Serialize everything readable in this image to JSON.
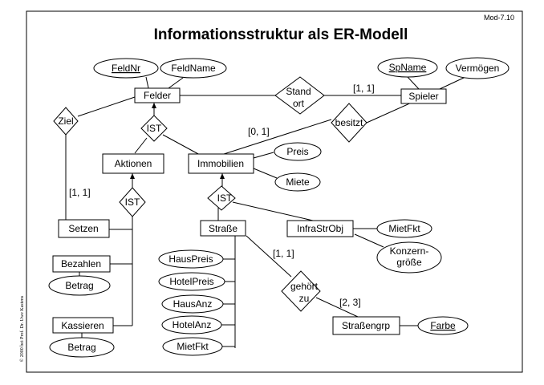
{
  "header": {
    "title": "Informationsstruktur als ER-Modell",
    "code": "Mod-7.10",
    "copyright": "© 2000 bei Prof. Dr. Uwe Kastens"
  },
  "entities": {
    "felder": "Felder",
    "spieler": "Spieler",
    "aktionen": "Aktionen",
    "immobilien": "Immobilien",
    "setzen": "Setzen",
    "bezahlen": "Bezahlen",
    "kassieren": "Kassieren",
    "strasse": "Straße",
    "infrastrobj": "InfraStrObj",
    "strassengrp": "Straßengrp"
  },
  "attributes": {
    "feldnr": "FeldNr",
    "feldname": "FeldName",
    "spname": "SpName",
    "vermoegen": "Vermögen",
    "preis": "Preis",
    "miete": "Miete",
    "betrag1": "Betrag",
    "betrag2": "Betrag",
    "hauspreis": "HausPreis",
    "hotelpreis": "HotelPreis",
    "hausanz": "HausAnz",
    "hotelanz": "HotelAnz",
    "mietfkt1": "MietFkt",
    "mietfkt2": "MietFkt",
    "konzern_l1": "Konzern-",
    "konzern_l2": "größe",
    "farbe": "Farbe"
  },
  "relationships": {
    "standort_l1": "Stand",
    "standort_l2": "ort",
    "besitzt": "besitzt",
    "ziel": "Ziel",
    "ist1": "IST",
    "ist2": "IST",
    "ist3": "IST",
    "gehoert_l1": "gehört",
    "gehoert_l2": "zu"
  },
  "cardinalities": {
    "standort": "[1, 1]",
    "besitzt": "[0, 1]",
    "ziel": "[1, 1]",
    "gehoert_strasse": "[1, 1]",
    "gehoert_grp": "[2, 3]"
  }
}
